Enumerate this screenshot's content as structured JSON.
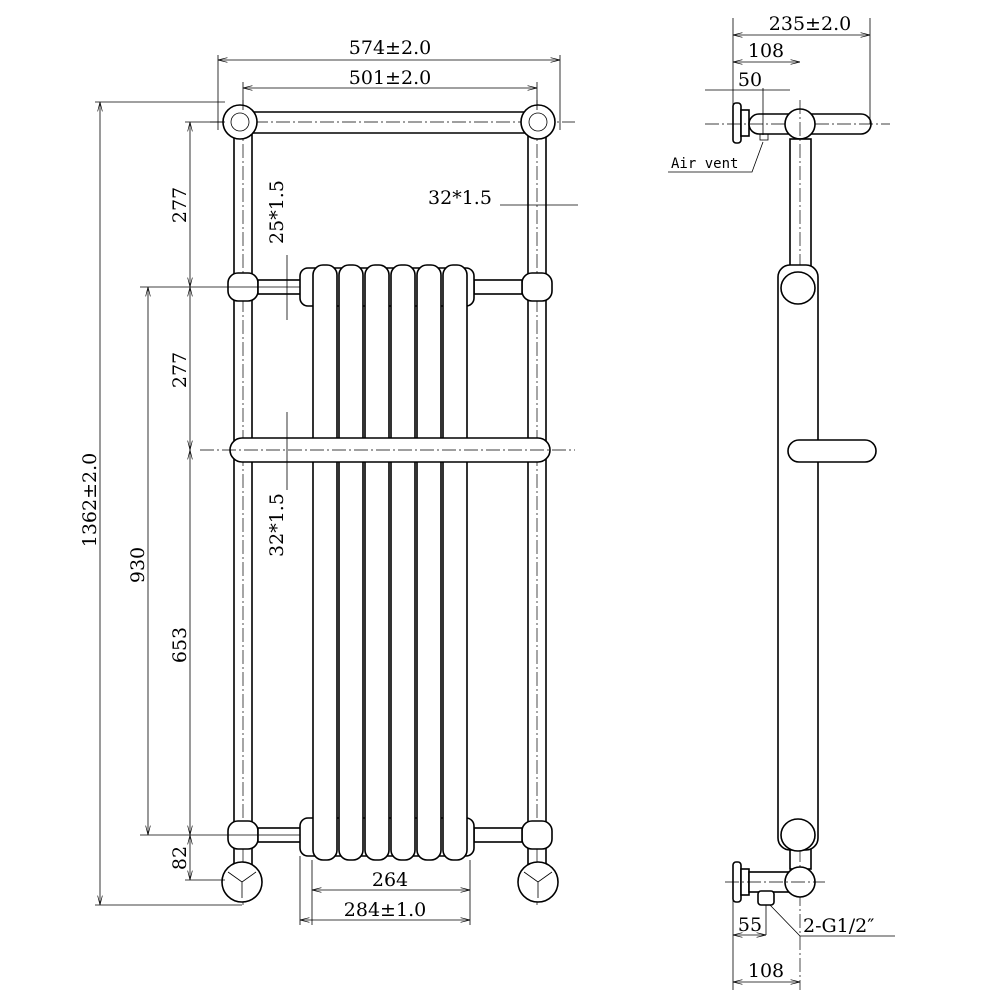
{
  "front_view": {
    "overall_width": "574±2.0",
    "center_width": "501±2.0",
    "overall_height": "1362±2.0",
    "radiator_center_height": "930",
    "top_rail_spacing": "277",
    "middle_rail_spacing": "277",
    "lower_spacing": "653",
    "foot_height": "82",
    "post_diameter": "25*1.5",
    "rail_diameter": "32*1.5",
    "post_diameter_2": "32*1.5",
    "radiator_inner_width": "264",
    "radiator_outer_width": "284±1.0"
  },
  "side_view": {
    "overall_depth": "235±2.0",
    "wall_to_center": "108",
    "vent_offset": "50",
    "air_vent_label": "Air vent",
    "inlet_offset": "55",
    "inlet_label": "2-G1/2″",
    "bottom_wall_to_center": "108"
  }
}
